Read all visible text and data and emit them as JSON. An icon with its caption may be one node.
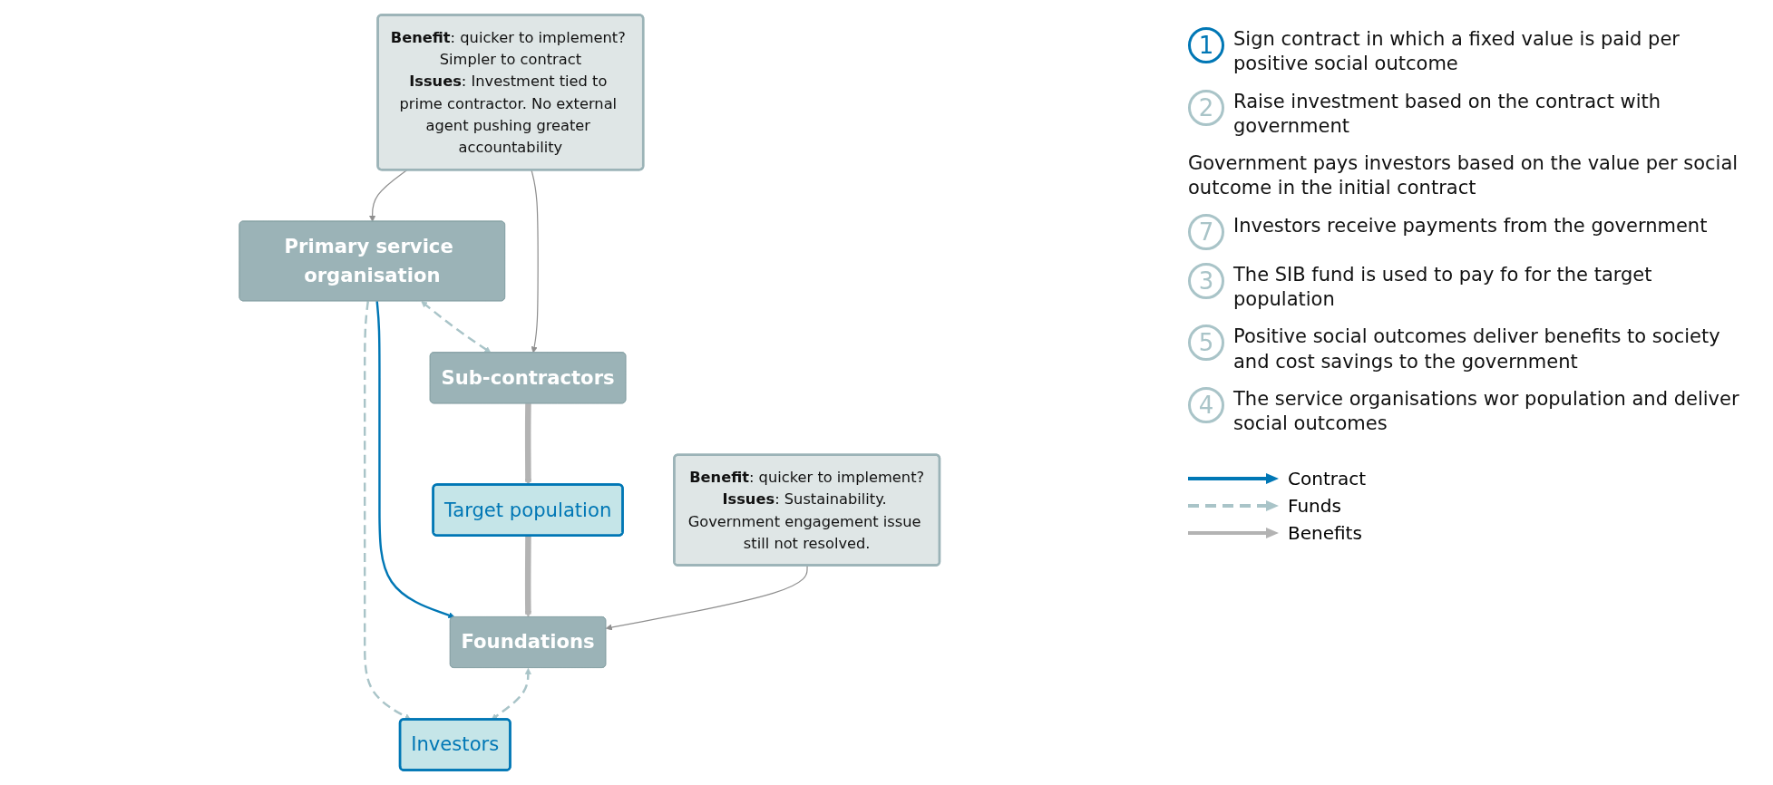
{
  "diagram": {
    "nodes": [
      {
        "text": [
          "Foundations"
        ]
      },
      {
        "text": [
          "Primary service organisation"
        ]
      },
      {
        "text": [
          "Investors"
        ]
      },
      {
        "text": [
          "Sub-contractors"
        ]
      },
      {
        "text": [
          "Target population"
        ]
      },
      {
        "text": [
          "**Benefit**: quicker to implement?",
          "**Issues**: Sustainability. Government engagement issue still not resolved."
        ]
      },
      {
        "text": [
          "**Benefit**: quicker to implement? Simpler to contract",
          "**Issues**: Investment tied to prime contractor. No external agent pushing greater accountability"
        ]
      }
    ],
    "edges": [
      {
        "from": 1,
        "to": 0,
        "arrow": "to",
        "color": "#0077b5"
      },
      {
        "from": 1,
        "to": 2,
        "arrow": "to",
        "style": "dashed",
        "color": "#a9c4c8"
      },
      {
        "from": 0,
        "to": 2,
        "arrow": "both",
        "style": "dashed",
        "color": "#a9c4c8"
      },
      {
        "from": 1,
        "to": 3,
        "arrow": "both",
        "style": "dashed",
        "color": "#a9c4c8"
      },
      {
        "from": 3,
        "to": 4,
        "arrow": "to",
        "style": "thick",
        "color": "#b3b3b3"
      },
      {
        "from": 4,
        "to": 0,
        "arrow": "to",
        "style": "thick",
        "color": "#b3b3b3"
      },
      {
        "from": 5,
        "to": 0,
        "arrow": "to",
        "color": "#8f8f8f"
      },
      {
        "from": 6,
        "to": 1,
        "arrow": "to",
        "color": "#8f8f8f"
      },
      {
        "from": 6,
        "to": 3,
        "arrow": "to",
        "color": "#8f8f8f"
      }
    ],
    "labels": [
      "1",
      "Sign contract in which a fixed value is paid per positive social outcome",
      "2",
      "Raise investment based on the contract with government",
      "Government pays investors based on the value per social outcome in the initial contract",
      "7",
      "Investors receive payments from the government",
      "3",
      "The SIB fund is used to pay fo for the target population",
      "5",
      "Positive social outcomes deliver benefits to society and cost savings to the government",
      "4",
      "The service organisations wor population and deliver social outcomes"
    ],
    "legend": [
      {
        "text": "Contract"
      },
      {
        "text": "Funds"
      },
      {
        "text": "Benefits"
      }
    ]
  }
}
